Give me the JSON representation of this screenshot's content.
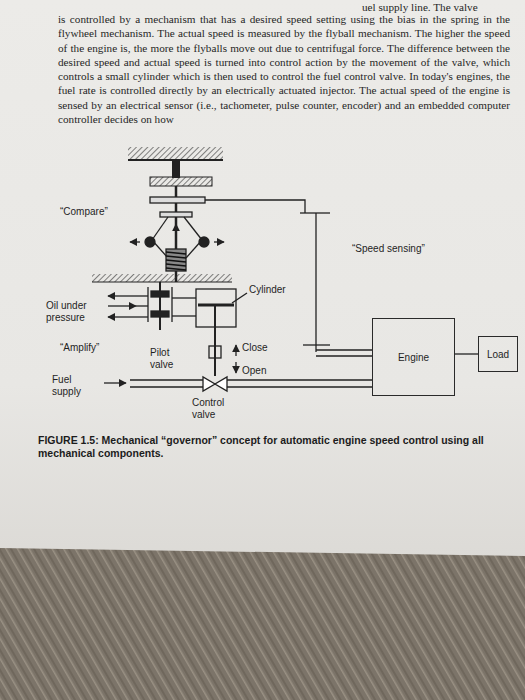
{
  "diagram": {
    "caption": "FIGURE 1.5: Mechanical “governor” concept for automatic engine speed control using all mechanical components.",
    "nodes": [
      {
        "text": [
          "Engine"
        ]
      },
      {
        "text": [
          "Load"
        ]
      }
    ],
    "edges": [
      {
        "from": 0,
        "to": 1,
        "arrow": "none"
      }
    ],
    "labels": [
      "uel supply line. The valve",
      "is controlled by a mechanism that has a desired speed setting using the bias in the spring in the flywheel mechanism. The actual speed is measured by the flyball mechanism. The higher the speed of the engine is, the more the flyballs move out due to centrifugal force. The difference between the desired speed and actual speed is turned into control action by the movement of the valve, which controls a small cylinder which is then used to control the fuel control valve. In today's engines, the fuel rate is controlled directly by an electrically actuated injector. The actual speed of the engine is sensed by an electrical sensor (i.e., tachometer, pulse counter, encoder) and an embedded computer controller decides on how",
      "“Compare”",
      "“Speed sensing”",
      "Cylinder",
      "Oil under pressure",
      "“Amplify”",
      "Pilot valve",
      "Close",
      "Open",
      "Fuel supply",
      "Control valve"
    ]
  }
}
